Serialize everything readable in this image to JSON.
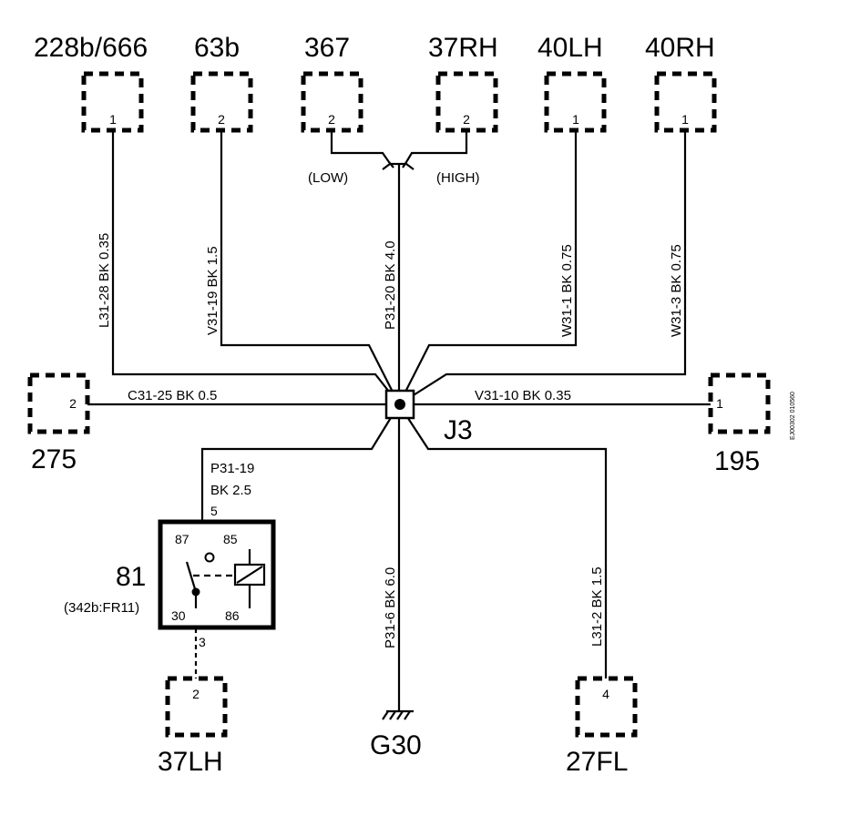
{
  "connectors": {
    "c228": {
      "name": "228b/666",
      "pin": "1"
    },
    "c63": {
      "name": "63b",
      "pin": "2"
    },
    "c367": {
      "name": "367",
      "pin": "2"
    },
    "c37rh": {
      "name": "37RH",
      "pin": "2"
    },
    "c40lh": {
      "name": "40LH",
      "pin": "1"
    },
    "c40rh": {
      "name": "40RH",
      "pin": "1"
    },
    "c275": {
      "name": "275",
      "pin": "2"
    },
    "c195": {
      "name": "195",
      "pin": "1"
    },
    "c37lh": {
      "name": "37LH",
      "pin": "2"
    },
    "c27fl": {
      "name": "27FL",
      "pin": "4"
    }
  },
  "wires": {
    "w228": "L31-28  BK  0.35",
    "w63": "V31-19  BK  1.5",
    "w367": "P31-20  BK  4.0",
    "w40lh": "W31-1  BK  0.75",
    "w40rh": "W31-3  BK  0.75",
    "w275": "C31-25   BK   0.5",
    "w195": "V31-10   BK   0.35",
    "wrelay_id": "P31-19",
    "wrelay_spec": "BK    2.5",
    "wg30": "P31-6  BK  6.0",
    "w27fl": "L31-2  BK  1.5"
  },
  "switch": {
    "low": "(LOW)",
    "high": "(HIGH)"
  },
  "splice": {
    "name": "J3"
  },
  "ground": {
    "name": "G30"
  },
  "relay": {
    "name": "81",
    "location": "(342b:FR11)",
    "pin_87": "87",
    "pin_85": "85",
    "pin_30": "30",
    "pin_86": "86",
    "pin_in": "5",
    "pin_out": "3"
  },
  "figure_id": "EJ00302  010560"
}
